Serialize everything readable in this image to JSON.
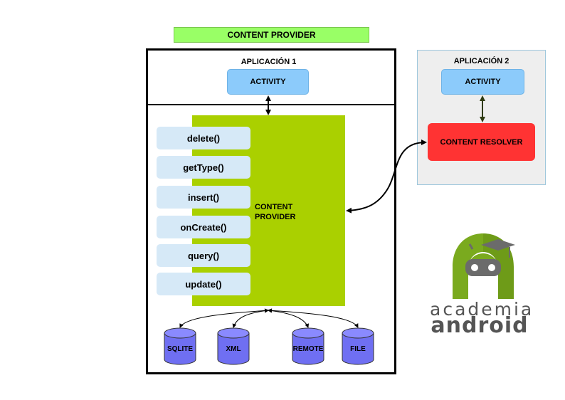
{
  "title": "CONTENT PROVIDER",
  "app1": {
    "title": "APLICACIÓN 1",
    "activity": "ACTIVITY",
    "content_provider_label": "CONTENT PROVIDER",
    "methods": [
      "delete()",
      "getType()",
      "insert()",
      "onCreate()",
      "query()",
      "update()"
    ]
  },
  "app2": {
    "title": "APLICACIÓN 2",
    "activity": "ACTIVITY",
    "resolver": "CONTENT RESOLVER"
  },
  "data_sources": [
    "SQLITE",
    "XML",
    "REMOTE",
    "FILE"
  ],
  "logo": {
    "line1": "academia",
    "line2": "android"
  },
  "colors": {
    "banner": "#99ff66",
    "activity": "#8ccbfb",
    "content_provider": "#aad000",
    "method": "#d6e9f7",
    "resolver": "#ff3333",
    "database": "#6f6ff2",
    "logo_green": "#7aaa1e"
  }
}
